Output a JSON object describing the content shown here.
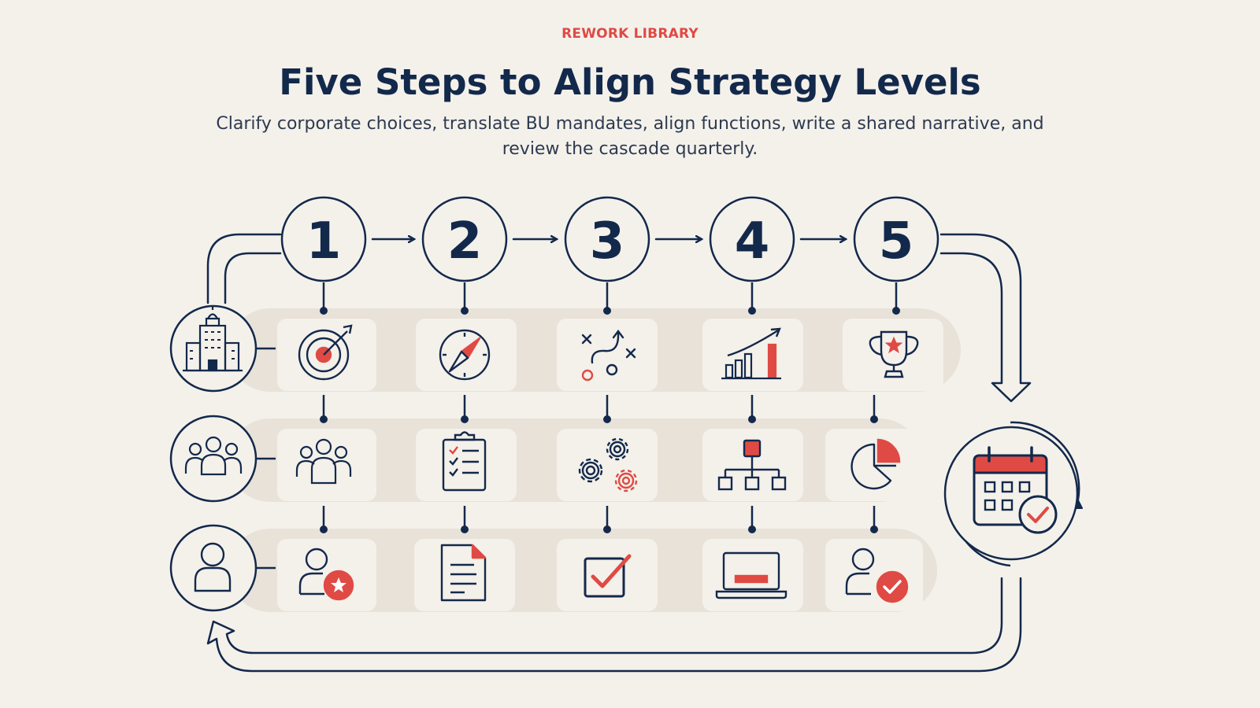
{
  "header": {
    "eyebrow": "REWORK LIBRARY",
    "title": "Five Steps to Align Strategy Levels",
    "subtitle": "Clarify corporate choices, translate BU mandates, align functions, write a shared narrative, and review the cascade quarterly."
  },
  "steps": [
    {
      "number": "1"
    },
    {
      "number": "2"
    },
    {
      "number": "3"
    },
    {
      "number": "4"
    },
    {
      "number": "5"
    }
  ],
  "levels": [
    {
      "icon": "office-building-icon"
    },
    {
      "icon": "team-group-icon"
    },
    {
      "icon": "individual-person-icon"
    }
  ],
  "grid": [
    [
      "target-arrow-icon",
      "compass-icon",
      "strategy-play-icon",
      "growth-chart-icon",
      "trophy-icon"
    ],
    [
      "team-icon",
      "checklist-clipboard-icon",
      "gears-icon",
      "org-chart-icon",
      "pie-chart-icon"
    ],
    [
      "person-star-icon",
      "document-icon",
      "checkbox-icon",
      "laptop-icon",
      "person-check-icon"
    ]
  ],
  "review": {
    "icon": "calendar-check-icon"
  },
  "colors": {
    "background": "#f4f1eb",
    "navy": "#13294b",
    "accent": "#e04a44",
    "band": "#e8e2d9",
    "tile": "#f4f0ea"
  }
}
